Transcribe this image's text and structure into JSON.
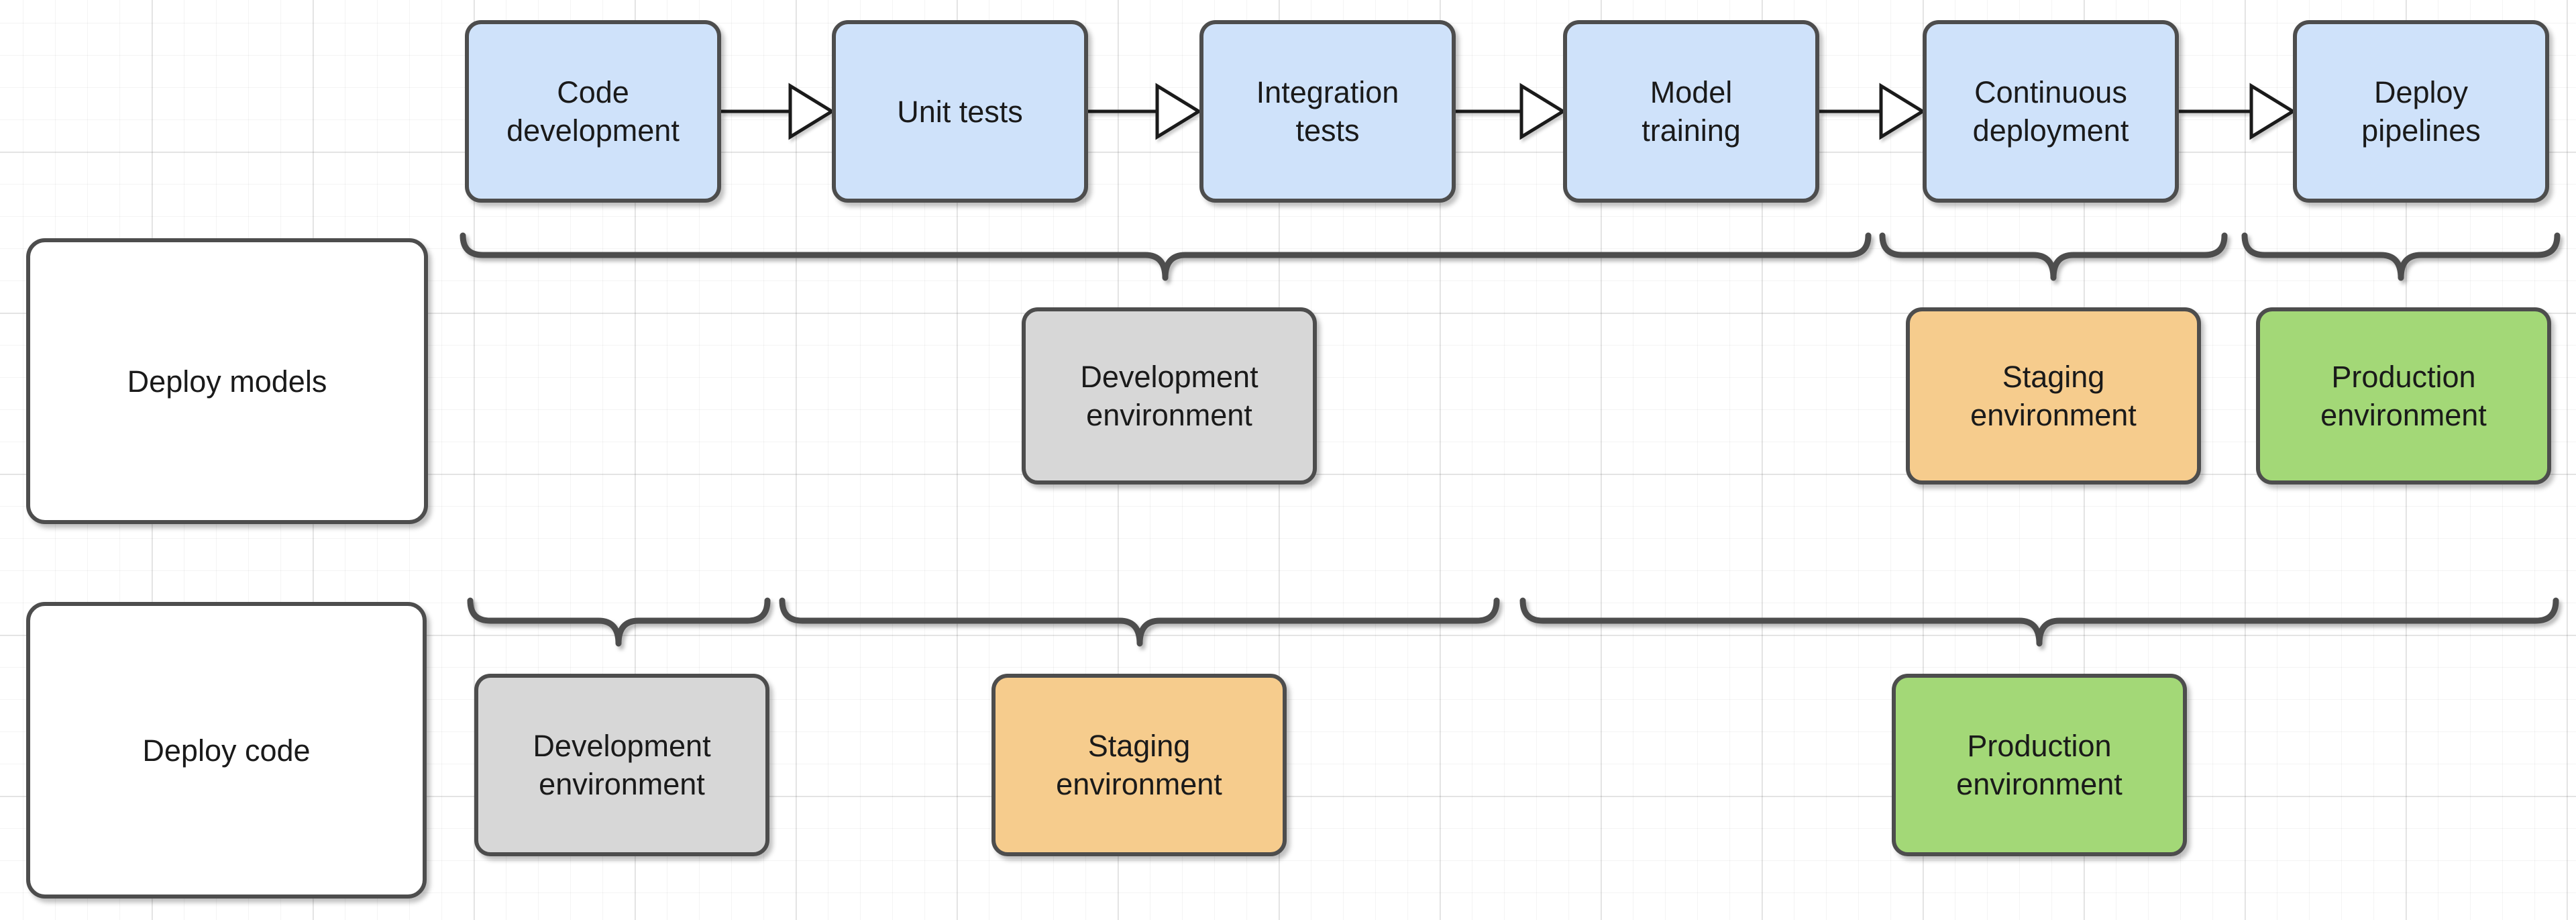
{
  "diagram": {
    "colors": {
      "stage_fill": "#cfe2fa",
      "development_fill": "#d7d7d7",
      "staging_fill": "#f6cc8d",
      "production_fill": "#a3d877",
      "row_label_fill": "#ffffff",
      "node_border": "#4d4d4d",
      "brace_stroke": "#4d4d4d",
      "arrow_stroke": "#1a1a1a",
      "text": "#1a1a1a"
    },
    "pipeline_stages": [
      {
        "label": "Code development"
      },
      {
        "label": "Unit tests"
      },
      {
        "label": "Integration tests"
      },
      {
        "label": "Model training"
      },
      {
        "label": "Continuous deployment"
      },
      {
        "label": "Deploy pipelines"
      }
    ],
    "deploy_models_row": {
      "label": "Deploy models",
      "environments": [
        {
          "label": "Development environment"
        },
        {
          "label": "Staging environment"
        },
        {
          "label": "Production environment"
        }
      ]
    },
    "deploy_code_row": {
      "label": "Deploy code",
      "environments": [
        {
          "label": "Development environment"
        },
        {
          "label": "Staging environment"
        },
        {
          "label": "Production environment"
        }
      ]
    }
  }
}
